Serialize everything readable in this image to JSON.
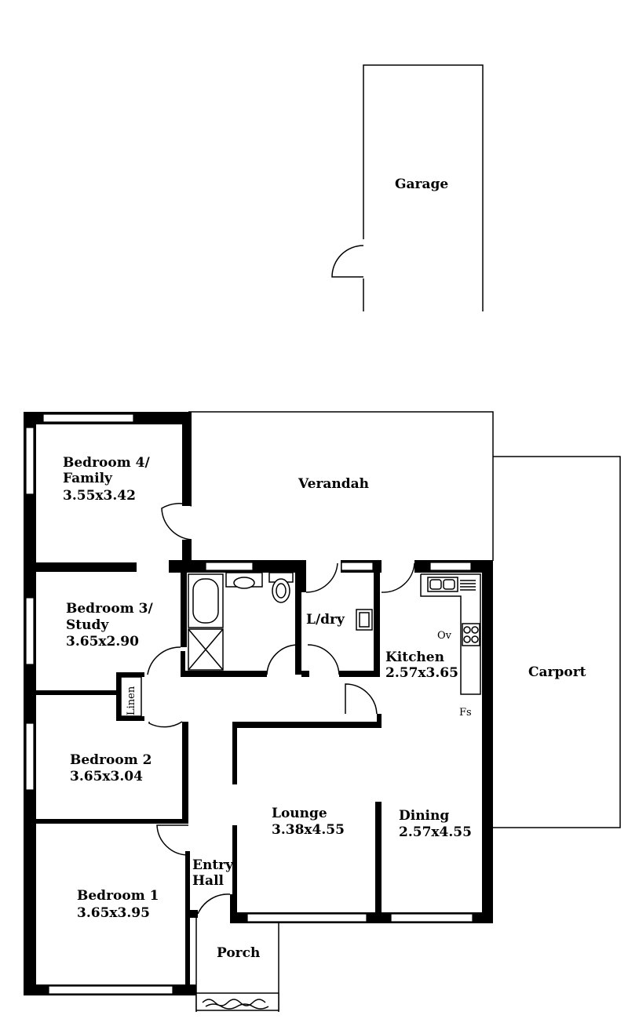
{
  "rooms": {
    "garage": {
      "name": "Garage"
    },
    "verandah": {
      "name": "Verandah"
    },
    "carport": {
      "name": "Carport"
    },
    "bedroom4": {
      "line1": "Bedroom 4/",
      "line2": "Family",
      "dims": "3.55x3.42"
    },
    "bedroom3": {
      "line1": "Bedroom 3/",
      "line2": "Study",
      "dims": "3.65x2.90"
    },
    "bedroom2": {
      "name": "Bedroom 2",
      "dims": "3.65x3.04"
    },
    "bedroom1": {
      "name": "Bedroom 1",
      "dims": "3.65x3.95"
    },
    "laundry": {
      "name": "L/dry"
    },
    "kitchen": {
      "name": "Kitchen",
      "dims": "2.57x3.65"
    },
    "lounge": {
      "name": "Lounge",
      "dims": "3.38x4.55"
    },
    "dining": {
      "name": "Dining",
      "dims": "2.57x4.55"
    },
    "entry": {
      "line1": "Entry",
      "line2": "Hall"
    },
    "porch": {
      "name": "Porch"
    },
    "linen": {
      "name": "Linen"
    }
  },
  "fixtures": {
    "oven": "Ov",
    "fridge_space": "Fs"
  }
}
